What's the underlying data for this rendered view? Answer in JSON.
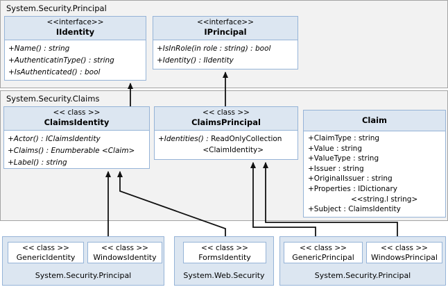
{
  "diagram": {
    "colors": {
      "section_bg": "#f2f2f2",
      "section_border": "#a3a3a3",
      "box_border": "#95b3d7",
      "header_bg": "#dce6f1",
      "package_bg": "#dce6f1",
      "body_bg": "#ffffff",
      "text": "#000000",
      "arrow": "#111111"
    },
    "sections": {
      "principal": {
        "label": "System.Security.Principal"
      },
      "claims": {
        "label": "System.Security.Claims"
      }
    },
    "boxes": {
      "iidentity": {
        "stereotype": "<<interface>>",
        "name": "IIdentity",
        "members": [
          "+Name() : string",
          "+AuthenticatinType() : string",
          "+IsAuthenticated() : bool"
        ]
      },
      "iprincipal": {
        "stereotype": "<<interface>>",
        "name": "IPrincipal",
        "members": [
          "+IsInRole(in role : string) : bool",
          "+Identity() : IIdentity"
        ]
      },
      "claims_identity": {
        "stereotype": "<< class >>",
        "name": "ClaimsIdentity",
        "members": [
          "+Actor() : IClaimsIdentity",
          "+Claims() : Enumberable <Claim>",
          "+Label() : string"
        ]
      },
      "claims_principal": {
        "stereotype": "<< class >>",
        "name": "ClaimsPrincipal",
        "member_italic": "+Identities() :",
        "member_regular": "ReadOnlyCollection",
        "member_line2": "<ClaimIdentity>"
      },
      "claim": {
        "name": "Claim",
        "members": [
          "+ClaimType : string",
          "+Value : string",
          "+ValueType : string",
          "+Issuer : string",
          "+OriginalIssuer : string",
          "+Properties : IDictionary",
          "<<string.l string>",
          "+Subject : ClaimsIdentity"
        ]
      }
    },
    "containers": [
      {
        "label": "System.Security.Principal",
        "classes": [
          {
            "stereotype": "<< class >>",
            "name": "GenericIdentity"
          },
          {
            "stereotype": "<< class >>",
            "name": "WindowsIdentity"
          }
        ]
      },
      {
        "label": "System.Web.Security",
        "classes": [
          {
            "stereotype": "<< class >>",
            "name": "FormsIdentity"
          }
        ]
      },
      {
        "label": "System.Security.Principal",
        "classes": [
          {
            "stereotype": "<< class >>",
            "name": "GenericPrincipal"
          },
          {
            "stereotype": "<< class >>",
            "name": "WindowsPrincipal"
          }
        ]
      }
    ]
  }
}
